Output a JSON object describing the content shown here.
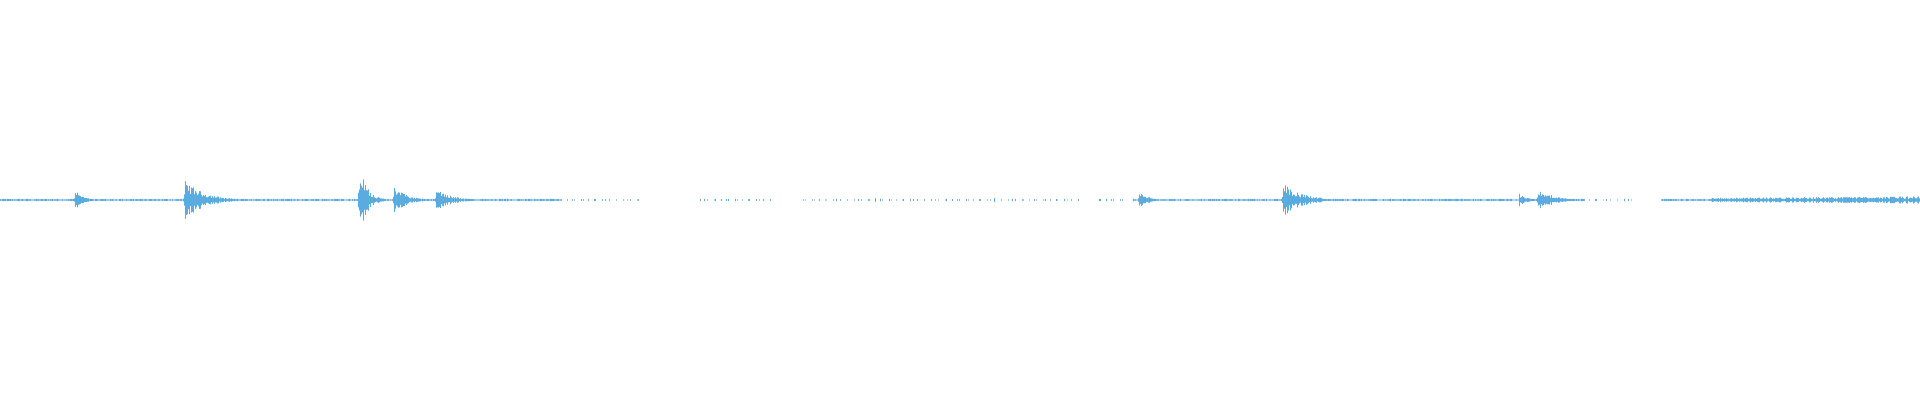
{
  "waveform": {
    "color": "#5aabe0",
    "background": "#ffffff",
    "duration_fraction_axis": "0-1",
    "segments": [
      {
        "start": 0.0,
        "end": 0.292,
        "kind": "continuous"
      },
      {
        "start": 0.292,
        "end": 0.333,
        "kind": "dotted"
      },
      {
        "start": 0.362,
        "end": 0.404,
        "kind": "dotted"
      },
      {
        "start": 0.418,
        "end": 0.565,
        "kind": "dotted"
      },
      {
        "start": 0.57,
        "end": 0.585,
        "kind": "dotted"
      },
      {
        "start": 0.59,
        "end": 0.825,
        "kind": "continuous"
      },
      {
        "start": 0.825,
        "end": 0.85,
        "kind": "dotted"
      },
      {
        "start": 0.865,
        "end": 1.0,
        "kind": "continuous"
      }
    ],
    "bursts": [
      {
        "at": 0.039,
        "peak": 0.05,
        "decay": 0.004
      },
      {
        "at": 0.096,
        "peak": 0.1,
        "decay": 0.01
      },
      {
        "at": 0.187,
        "peak": 0.18,
        "decay": 0.004
      },
      {
        "at": 0.205,
        "peak": 0.08,
        "decay": 0.006
      },
      {
        "at": 0.227,
        "peak": 0.055,
        "decay": 0.008
      },
      {
        "at": 0.454,
        "peak": 0.02,
        "decay": 0.004
      },
      {
        "at": 0.516,
        "peak": 0.015,
        "decay": 0.004
      },
      {
        "at": 0.593,
        "peak": 0.04,
        "decay": 0.005
      },
      {
        "at": 0.668,
        "peak": 0.085,
        "decay": 0.01
      },
      {
        "at": 0.791,
        "peak": 0.035,
        "decay": 0.004
      },
      {
        "at": 0.801,
        "peak": 0.06,
        "decay": 0.008
      }
    ],
    "noise_floor": 0.004,
    "tail_rise": {
      "start": 0.89,
      "end": 1.0,
      "level": 0.012
    }
  }
}
